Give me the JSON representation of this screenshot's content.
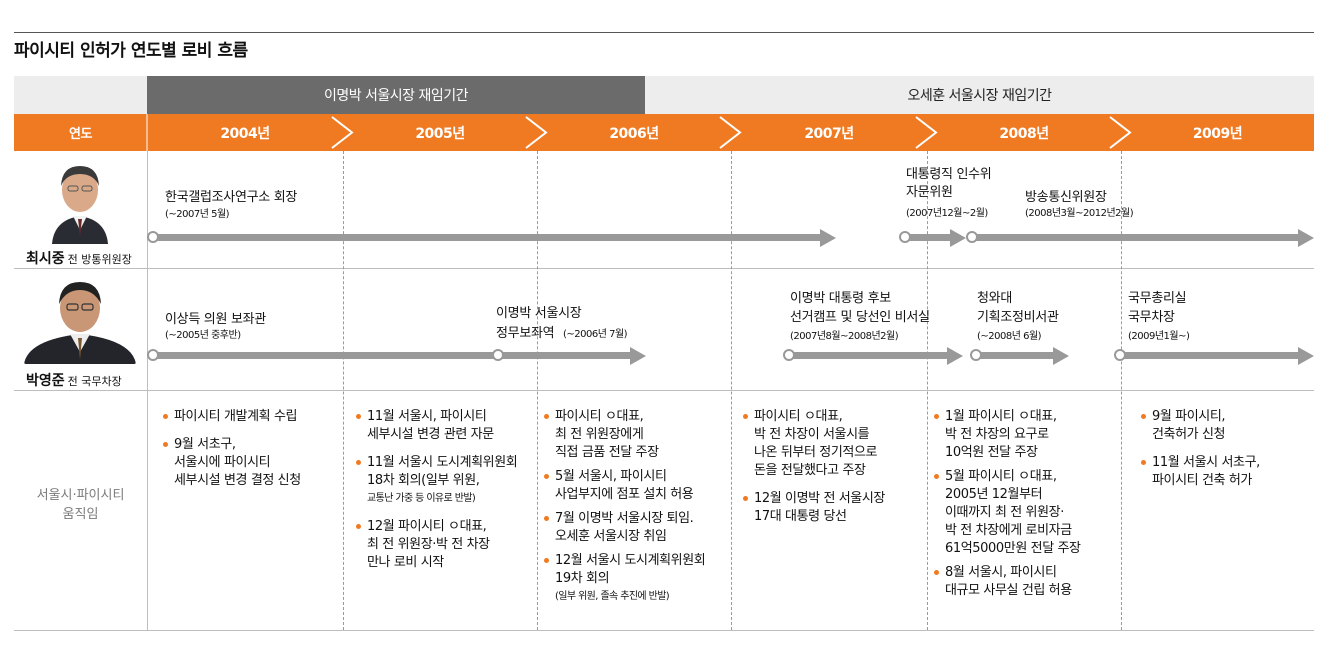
{
  "title": "파이시티 인허가 연도별 로비 흐름",
  "terms": {
    "lee": "이명박 서울시장 재임기간",
    "oh": "오세훈 서울시장 재임기간"
  },
  "header": {
    "label": "연도",
    "years": [
      "2004년",
      "2005년",
      "2006년",
      "2007년",
      "2008년",
      "2009년"
    ]
  },
  "colors": {
    "accent": "#f07a22",
    "arrow": "#999999",
    "lee_term": "#6b6b6b"
  },
  "people": [
    {
      "name": "최시중",
      "role": "전 방통위원장",
      "events": [
        {
          "main": "한국갤럽조사연구소 회장",
          "sub": "(~2007년 5월)"
        },
        {
          "main": [
            "대통령직 인수위",
            "자문위원"
          ],
          "sub": "(2007년12월~2월)"
        },
        {
          "main": "방송통신위원장",
          "sub": "(2008년3월~2012년2월)"
        }
      ]
    },
    {
      "name": "박영준",
      "role": "전 국무차장",
      "events": [
        {
          "main": "이상득 의원 보좌관",
          "sub": "(~2005년 중후반)"
        },
        {
          "main": [
            "이명박 서울시장",
            "정무보좌역"
          ],
          "sub": "(~2006년 7월)"
        },
        {
          "main": [
            "이명박 대통령 후보",
            "선거캠프 및 당선인 비서실"
          ],
          "sub": "(2007년8월~2008년2월)"
        },
        {
          "main": [
            "청와대",
            "기획조정비서관"
          ],
          "sub": "(~2008년 6월)"
        },
        {
          "main": [
            "국무총리실",
            "국무차장"
          ],
          "sub": "(2009년1월~)"
        }
      ]
    }
  ],
  "movements": {
    "label": [
      "서울시·파이시티",
      "움직임"
    ],
    "columns": [
      [
        {
          "lines": [
            "파이시티 개발계획 수립"
          ]
        },
        {
          "lines": [
            "9월 서초구,",
            "서울시에 파이시티",
            "세부시설 변경 결정 신청"
          ]
        }
      ],
      [
        {
          "lines": [
            "11월 서울시, 파이시티",
            "세부시설 변경 관련 자문"
          ]
        },
        {
          "lines": [
            "11월 서울시 도시계획위원회",
            "18차 회의(일부 위원,"
          ],
          "note": "교통난 가중 등 이유로 반발)"
        },
        {
          "lines": [
            "12월 파이시티 ㅇ대표,",
            "최 전 위원장·박 전 차장",
            "만나 로비 시작"
          ]
        }
      ],
      [
        {
          "lines": [
            "파이시티 ㅇ대표,",
            "최 전 위원장에게",
            "직접 금품 전달 주장"
          ]
        },
        {
          "lines": [
            "5월 서울시, 파이시티",
            "사업부지에 점포 설치 허용"
          ]
        },
        {
          "lines": [
            "7월 이명박 서울시장 퇴임.",
            "오세훈 서울시장 취임"
          ]
        },
        {
          "lines": [
            "12월 서울시 도시계획위원회",
            "19차 회의"
          ],
          "note": "(일부 위원, 졸속 추진에 반발)"
        }
      ],
      [
        {
          "lines": [
            "파이시티 ㅇ대표,",
            "박 전 차장이 서울시를",
            "나온 뒤부터 정기적으로",
            "돈을 전달했다고 주장"
          ]
        },
        {
          "lines": [
            "12월 이명박 전 서울시장",
            "17대 대통령 당선"
          ]
        }
      ],
      [
        {
          "lines": [
            "1월 파이시티 ㅇ대표,",
            "박 전 차장의 요구로",
            "10억원 전달 주장"
          ]
        },
        {
          "lines": [
            "5월 파이시티 ㅇ대표,",
            "2005년 12월부터",
            "이때까지 최 전 위원장·",
            "박 전 차장에게 로비자금",
            "61억5000만원 전달 주장"
          ]
        },
        {
          "lines": [
            "8월 서울시, 파이시티",
            "대규모 사무실 건립 허용"
          ]
        }
      ],
      [
        {
          "lines": [
            "9월 파이시티,",
            "건축허가 신청"
          ]
        },
        {
          "lines": [
            "11월 서울시 서초구,",
            "파이시티 건축 허가"
          ]
        }
      ]
    ]
  }
}
